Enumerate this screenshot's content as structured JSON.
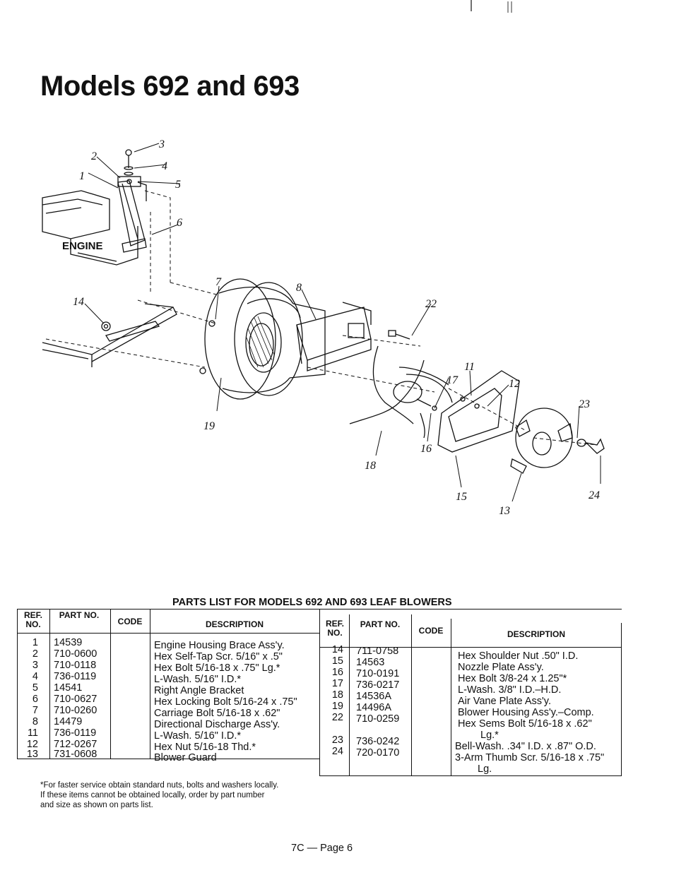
{
  "header": {
    "title": "Models 692 and 693"
  },
  "diagram": {
    "engine_label": "ENGINE",
    "callouts": [
      "1",
      "2",
      "3",
      "4",
      "5",
      "6",
      "7",
      "8",
      "11",
      "12",
      "13",
      "14",
      "15",
      "16",
      "17",
      "18",
      "19",
      "22",
      "23",
      "24"
    ]
  },
  "parts_list": {
    "title": "PARTS LIST FOR MODELS 692 AND 693 LEAF BLOWERS",
    "headers": {
      "ref_no": "REF. NO.",
      "part_no": "PART NO.",
      "code": "CODE",
      "description": "DESCRIPTION"
    },
    "left": [
      {
        "ref": "1",
        "part": "14539",
        "desc": "Engine Housing Brace Ass'y."
      },
      {
        "ref": "2",
        "part": "710-0600",
        "desc": "Hex Self-Tap Scr. 5/16\" x .5\""
      },
      {
        "ref": "3",
        "part": "710-0118",
        "desc": "Hex Bolt 5/16-18 x .75\" Lg.*"
      },
      {
        "ref": "4",
        "part": "736-0119",
        "desc": "L-Wash. 5/16\" I.D.*"
      },
      {
        "ref": "5",
        "part": "14541",
        "desc": "Right Angle Bracket"
      },
      {
        "ref": "6",
        "part": "710-0627",
        "desc": "Hex Locking Bolt 5/16-24 x .75\""
      },
      {
        "ref": "7",
        "part": "710-0260",
        "desc": "Carriage Bolt 5/16-18 x .62\""
      },
      {
        "ref": "8",
        "part": "14479",
        "desc": "Directional Discharge Ass'y."
      },
      {
        "ref": "11",
        "part": "736-0119",
        "desc": "L-Wash. 5/16\" I.D.*"
      },
      {
        "ref": "12",
        "part": "712-0267",
        "desc": "Hex Nut 5/16-18 Thd.*"
      },
      {
        "ref": "13",
        "part": "731-0608",
        "desc": "Blower Guard"
      }
    ],
    "right": [
      {
        "ref": "14",
        "part": "711-0758",
        "desc": "Hex Shoulder Nut .50\" I.D."
      },
      {
        "ref": "15",
        "part": "14563",
        "desc": "Nozzle Plate Ass'y."
      },
      {
        "ref": "16",
        "part": "710-0191",
        "desc": "Hex Bolt 3/8-24 x 1.25\"*"
      },
      {
        "ref": "17",
        "part": "736-0217",
        "desc": "L-Wash. 3/8\" I.D.–H.D."
      },
      {
        "ref": "18",
        "part": "14536A",
        "desc": "Air Vane Plate Ass'y."
      },
      {
        "ref": "19",
        "part": "14496A",
        "desc": "Blower Housing Ass'y.–Comp."
      },
      {
        "ref": "22",
        "part": "710-0259",
        "desc": "Hex Sems Bolt 5/16-18 x .62\""
      },
      {
        "ref": "",
        "part": "",
        "desc": "Lg.*"
      },
      {
        "ref": "23",
        "part": "736-0242",
        "desc": "Bell-Wash. .34\" I.D. x .87\" O.D."
      },
      {
        "ref": "24",
        "part": "720-0170",
        "desc": "3-Arm Thumb Scr. 5/16-18 x .75\""
      },
      {
        "ref": "",
        "part": "",
        "desc": "Lg."
      }
    ]
  },
  "footnote": {
    "line1": "*For faster service obtain standard nuts, bolts and washers locally.",
    "line2": "If these items cannot be obtained locally, order by part number",
    "line3": "and size as shown on parts list."
  },
  "footer": {
    "page": "7C — Page 6"
  }
}
